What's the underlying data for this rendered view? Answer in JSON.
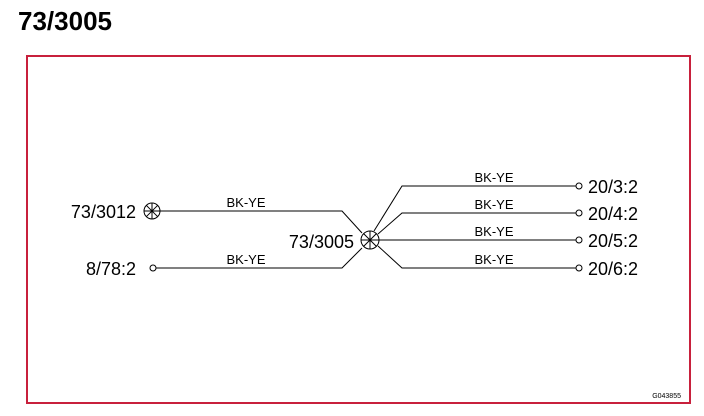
{
  "title": "73/3005",
  "figure_code": "G043855",
  "colors": {
    "frame": "#c8203c",
    "ink": "#000000"
  },
  "nodes": {
    "left_top": "73/3012",
    "left_bottom": "8/78:2",
    "center": "73/3005",
    "right_1": "20/3:2",
    "right_2": "20/4:2",
    "right_3": "20/5:2",
    "right_4": "20/6:2"
  },
  "wires": {
    "left_top": "BK-YE",
    "left_bottom": "BK-YE",
    "right_1": "BK-YE",
    "right_2": "BK-YE",
    "right_3": "BK-YE",
    "right_4": "BK-YE"
  },
  "icons": {
    "splice": "splice-icon",
    "terminal": "terminal-icon"
  }
}
